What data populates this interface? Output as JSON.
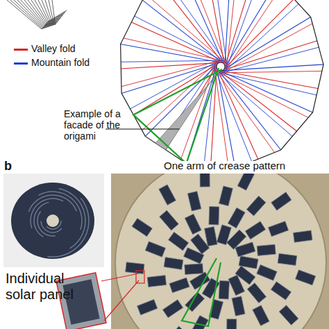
{
  "diagram": {
    "labels": [
      "Example of a facade of the origami",
      "b",
      "One arm of crease pattern",
      "Individual solar panel"
    ],
    "legend": [
      {
        "text": "Valley fold",
        "color": "#d62728"
      },
      {
        "text": "Mountain fold",
        "color": "#2040d0"
      }
    ]
  }
}
